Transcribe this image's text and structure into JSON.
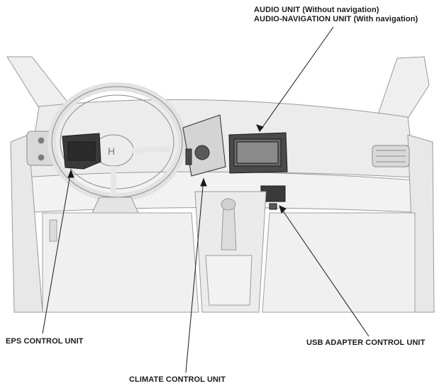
{
  "labels": {
    "audio_unit": "AUDIO UNIT (Without navigation)",
    "audio_navigation_unit": "AUDIO-NAVIGATION UNIT (With navigation)",
    "eps_control_unit": "EPS CONTROL UNIT",
    "usb_adapter_control_unit": "USB ADAPTER CONTROL UNIT",
    "climate_control_unit": "CLIMATE CONTROL UNIT"
  },
  "colors": {
    "line_art": "#8a8a8a",
    "component_fill": "#3a3a3a",
    "leader_line": "#1a1a1a",
    "background": "#ffffff"
  }
}
